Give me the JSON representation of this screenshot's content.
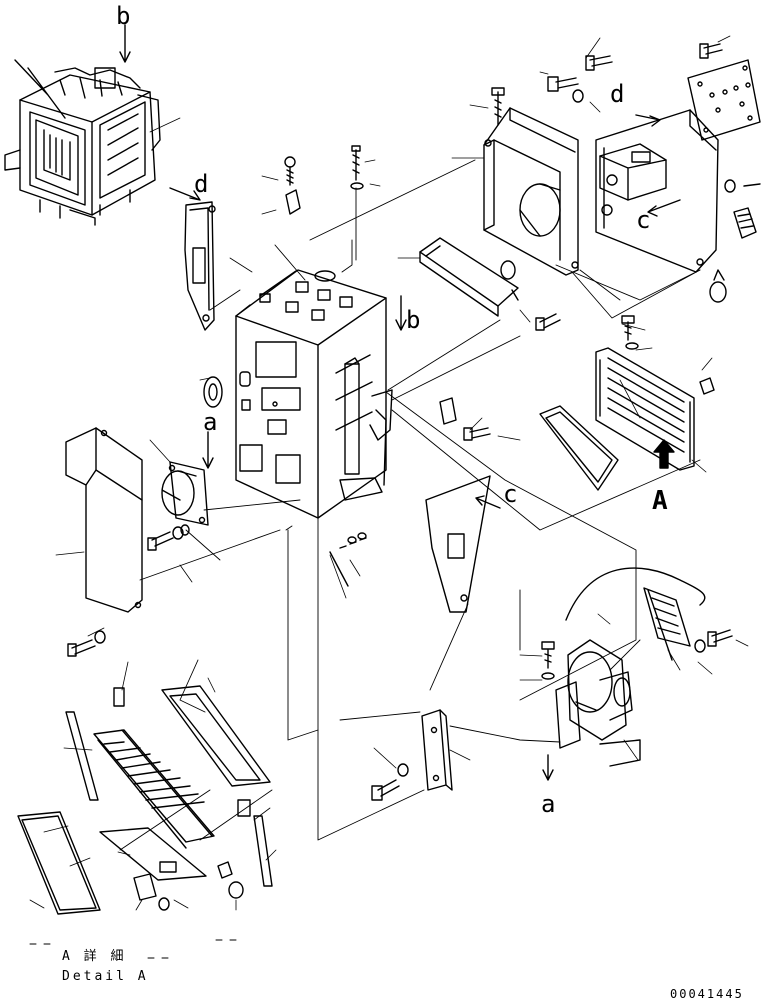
{
  "callouts": {
    "b_top": "b",
    "b_right": "b",
    "d_left": "d",
    "d_right": "d",
    "a_left": "a",
    "a_bottom": "a",
    "c_mid": "c",
    "c_right": "c"
  },
  "view_a_label": "A",
  "detail": {
    "jp": "A 詳 細",
    "en": "Detail A"
  },
  "drawing_number": "00041445"
}
